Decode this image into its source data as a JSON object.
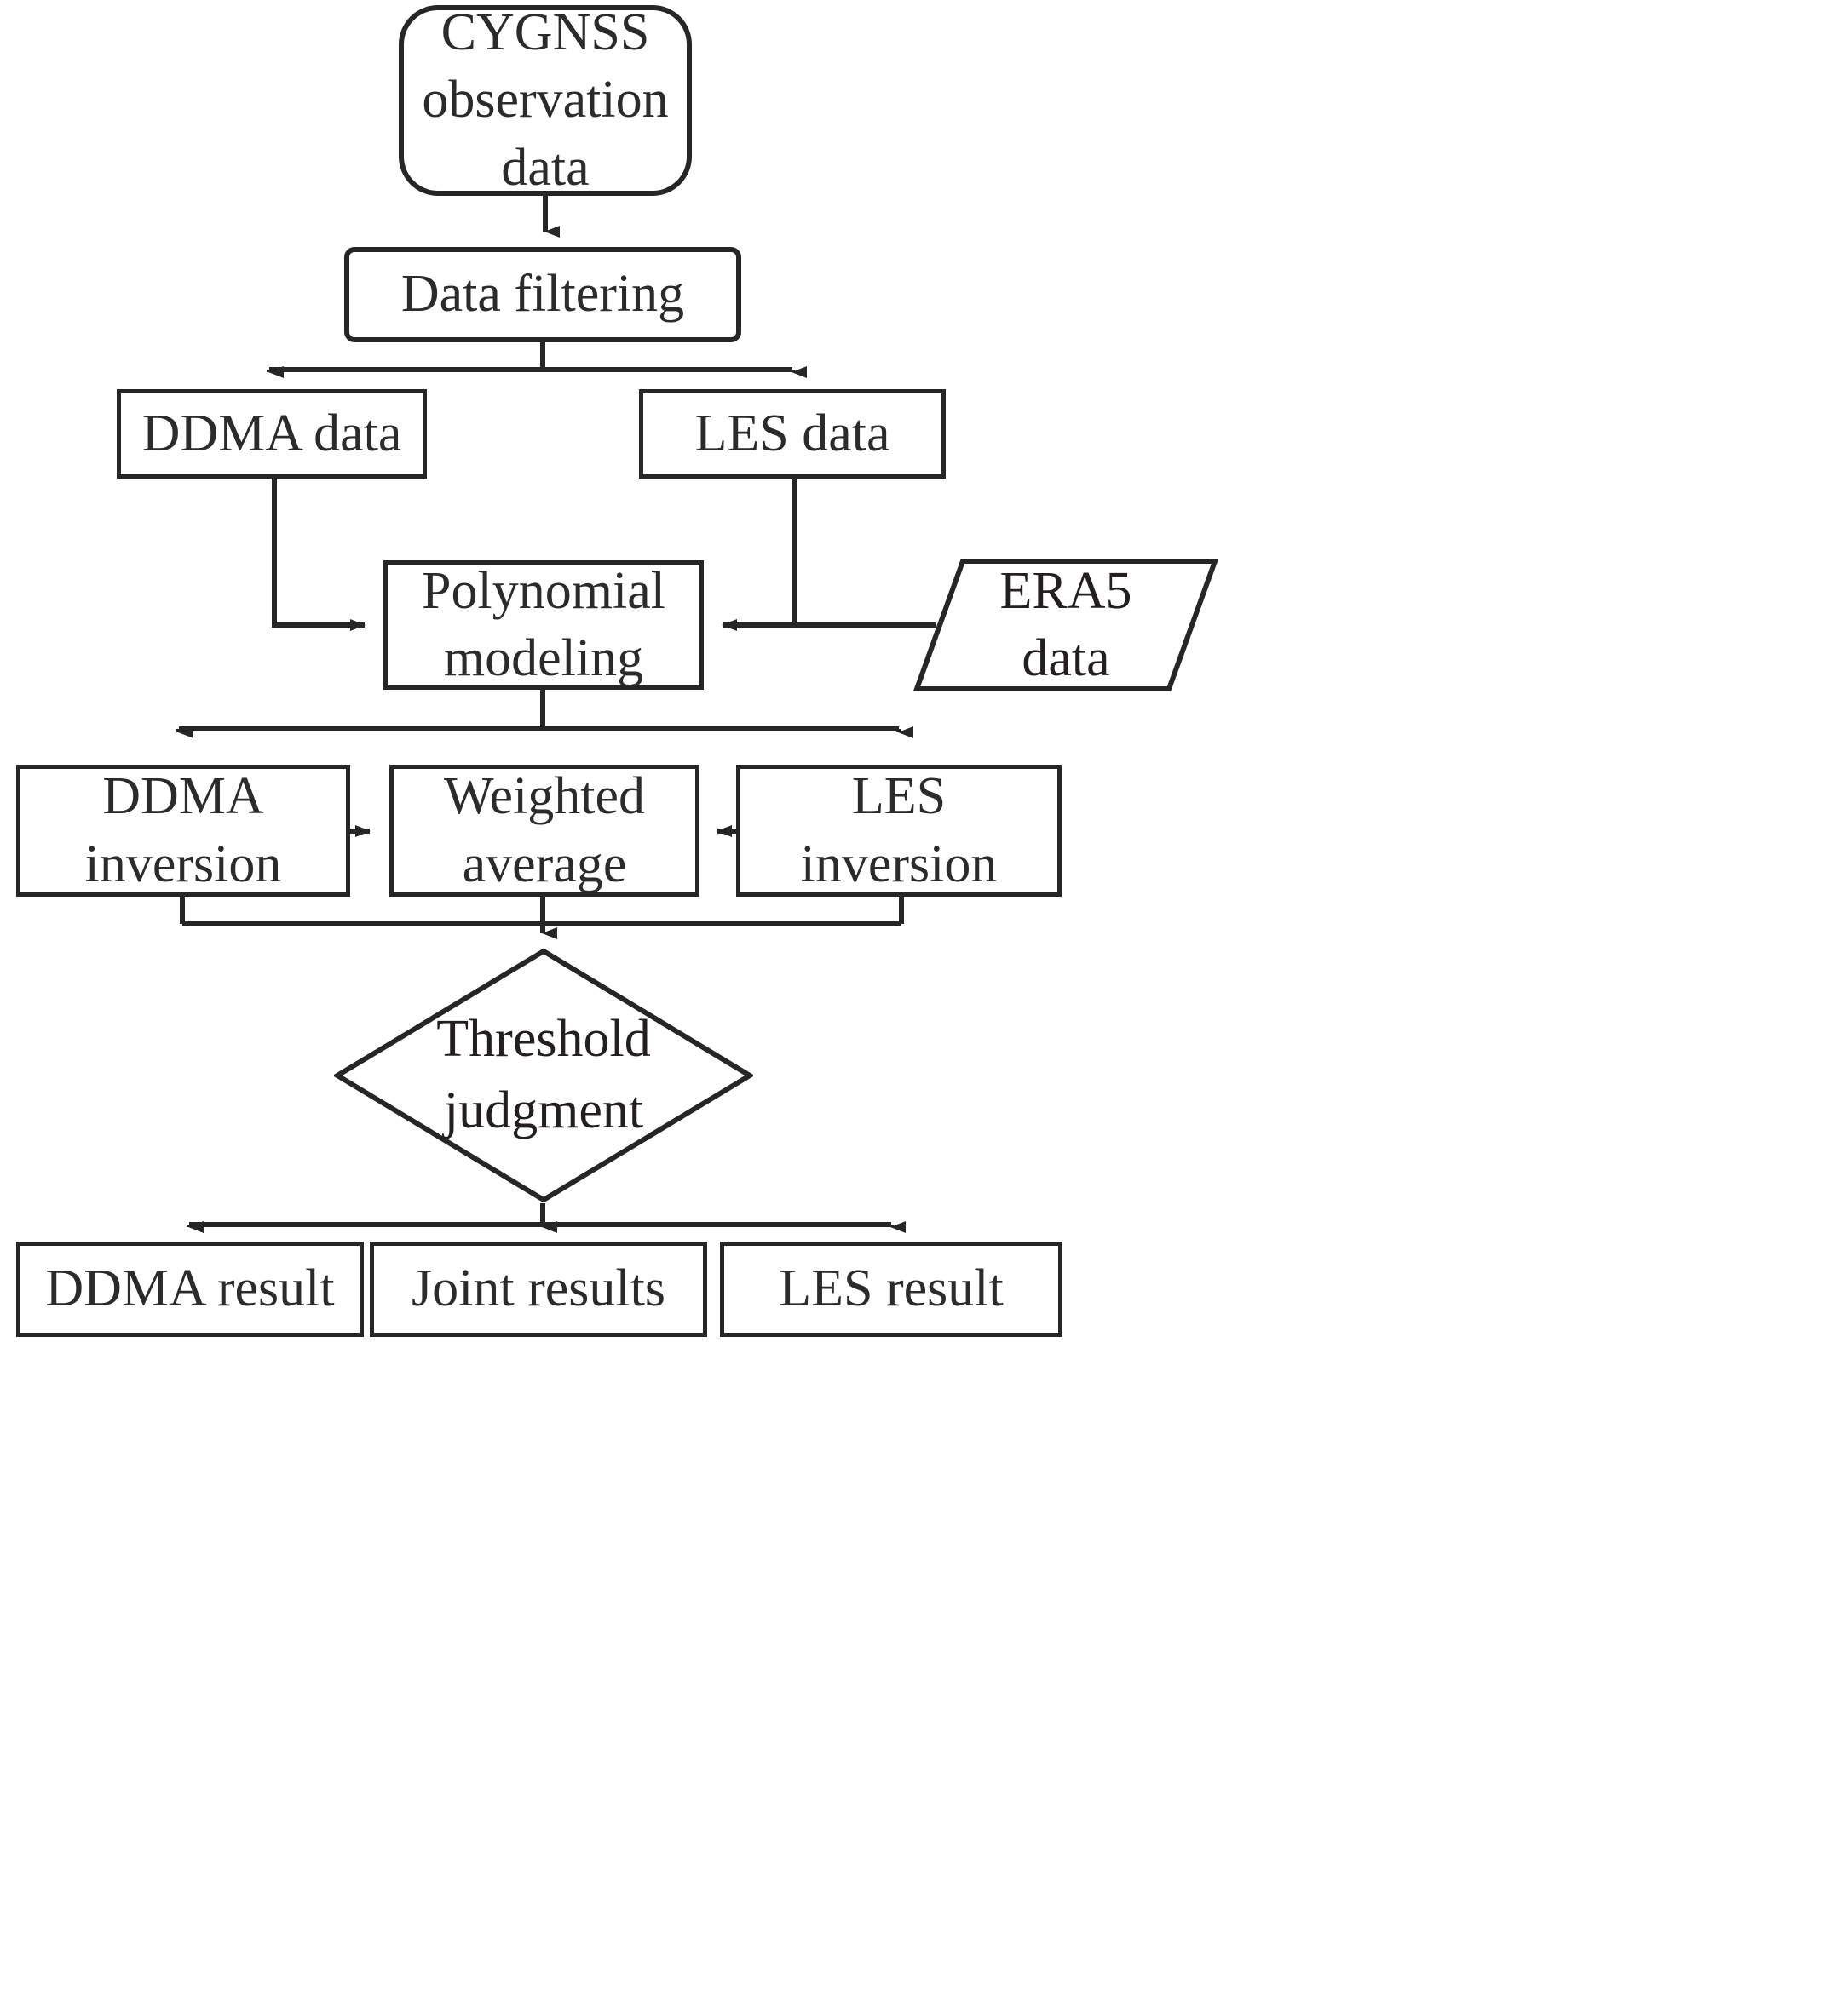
{
  "diagram": {
    "title": "CYGNSS joint DDMA/LES retrieval flowchart",
    "type": "flowchart",
    "orientation": "top-to-bottom",
    "style": {
      "stroke_color": "#262626",
      "text_color": "#2b2b2b",
      "background": "#ffffff",
      "fill": "#ffffff"
    },
    "nodes": [
      {
        "id": "cygnss",
        "label": "CYGNSS\nobservation\ndata",
        "shape": "rounded-rectangle"
      },
      {
        "id": "filtering",
        "label": "Data filtering",
        "shape": "rounded-rectangle"
      },
      {
        "id": "ddma_data",
        "label": "DDMA data",
        "shape": "rectangle"
      },
      {
        "id": "les_data",
        "label": "LES data",
        "shape": "rectangle"
      },
      {
        "id": "poly",
        "label": "Polynomial\nmodeling",
        "shape": "rectangle"
      },
      {
        "id": "era5",
        "label": "ERA5\ndata",
        "shape": "parallelogram"
      },
      {
        "id": "ddma_inv",
        "label": "DDMA\ninversion",
        "shape": "rectangle"
      },
      {
        "id": "weighted",
        "label": "Weighted\naverage",
        "shape": "rectangle"
      },
      {
        "id": "les_inv",
        "label": "LES\ninversion",
        "shape": "rectangle"
      },
      {
        "id": "threshold",
        "label": "Threshold\njudgment",
        "shape": "diamond"
      },
      {
        "id": "ddma_res",
        "label": "DDMA  result",
        "shape": "rectangle"
      },
      {
        "id": "joint_res",
        "label": "Joint results",
        "shape": "rectangle"
      },
      {
        "id": "les_res",
        "label": "LES  result",
        "shape": "rectangle"
      }
    ],
    "edges": [
      {
        "from": "cygnss",
        "to": "filtering",
        "arrow": "down"
      },
      {
        "from": "filtering",
        "to": "ddma_data",
        "arrow": "down"
      },
      {
        "from": "filtering",
        "to": "les_data",
        "arrow": "down"
      },
      {
        "from": "ddma_data",
        "to": "poly",
        "arrow": "right"
      },
      {
        "from": "les_data",
        "to": "poly",
        "arrow": "left"
      },
      {
        "from": "era5",
        "to": "poly",
        "arrow": "left"
      },
      {
        "from": "poly",
        "to": "ddma_inv",
        "arrow": "down"
      },
      {
        "from": "poly",
        "to": "les_inv",
        "arrow": "down"
      },
      {
        "from": "ddma_inv",
        "to": "weighted",
        "arrow": "right"
      },
      {
        "from": "les_inv",
        "to": "weighted",
        "arrow": "left"
      },
      {
        "from": "ddma_inv",
        "to": "threshold",
        "arrow": "down"
      },
      {
        "from": "weighted",
        "to": "threshold",
        "arrow": "down"
      },
      {
        "from": "les_inv",
        "to": "threshold",
        "arrow": "down"
      },
      {
        "from": "threshold",
        "to": "ddma_res",
        "arrow": "down"
      },
      {
        "from": "threshold",
        "to": "joint_res",
        "arrow": "down"
      },
      {
        "from": "threshold",
        "to": "les_res",
        "arrow": "down"
      }
    ]
  }
}
